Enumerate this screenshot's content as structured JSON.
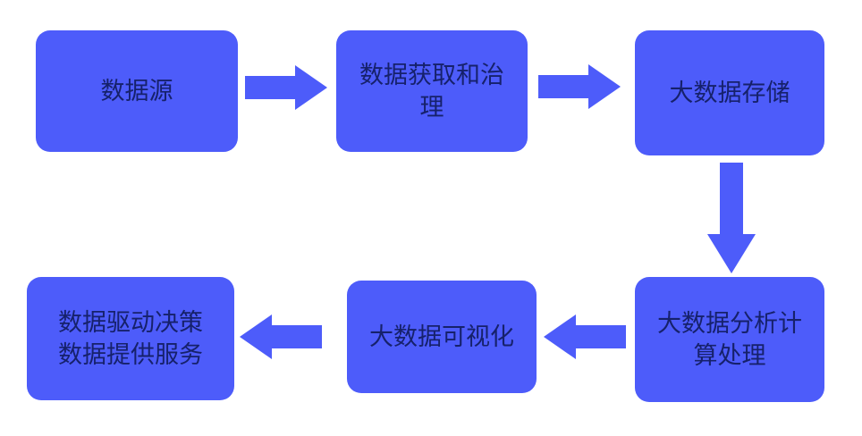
{
  "diagram": {
    "title": "big-data-pipeline-flowchart",
    "colors": {
      "box": "#4d5cfa",
      "arrow": "#4d5cfa",
      "text": "#16216b",
      "background": "#ffffff"
    },
    "boxes": [
      {
        "id": "data-source",
        "line1": "数据源",
        "line2": ""
      },
      {
        "id": "data-acquisition-governance",
        "line1": "数据获取和治",
        "line2": "理"
      },
      {
        "id": "big-data-storage",
        "line1": "大数据存储",
        "line2": ""
      },
      {
        "id": "big-data-analysis-processing",
        "line1": "大数据分析计",
        "line2": "算处理"
      },
      {
        "id": "big-data-visualization",
        "line1": "大数据可视化",
        "line2": ""
      },
      {
        "id": "data-driven-decision-service",
        "line1": "数据驱动决策",
        "line2": "数据提供服务"
      }
    ],
    "arrows": [
      {
        "from": "data-source",
        "to": "data-acquisition-governance",
        "direction": "right"
      },
      {
        "from": "data-acquisition-governance",
        "to": "big-data-storage",
        "direction": "right"
      },
      {
        "from": "big-data-storage",
        "to": "big-data-analysis-processing",
        "direction": "down"
      },
      {
        "from": "big-data-analysis-processing",
        "to": "big-data-visualization",
        "direction": "left"
      },
      {
        "from": "big-data-visualization",
        "to": "data-driven-decision-service",
        "direction": "left"
      }
    ]
  }
}
